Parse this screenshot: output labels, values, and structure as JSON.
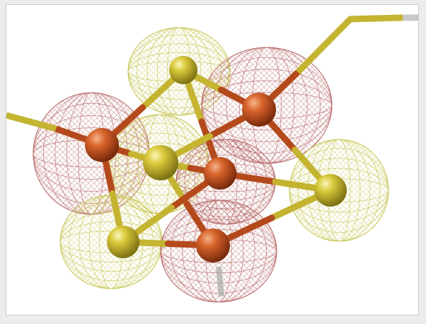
{
  "scene": {
    "background_color": "#ffffff",
    "frame_color": "#ececec",
    "colors": {
      "iron_atom": "#c8501e",
      "sulfur_atom": "#d2c23a",
      "iron_lobe_wire": "#b86a6a",
      "sulfur_lobe_wire": "#c9c75a",
      "terminal_stub": "#c8c8c8"
    },
    "atoms": [
      {
        "id": "s-top",
        "element": "S"
      },
      {
        "id": "fe-upper-right",
        "element": "Fe"
      },
      {
        "id": "fe-left",
        "element": "Fe"
      },
      {
        "id": "s-center",
        "element": "S"
      },
      {
        "id": "fe-center-right",
        "element": "Fe"
      },
      {
        "id": "s-right",
        "element": "S"
      },
      {
        "id": "s-lower-left",
        "element": "S"
      },
      {
        "id": "fe-bottom",
        "element": "Fe"
      }
    ]
  }
}
